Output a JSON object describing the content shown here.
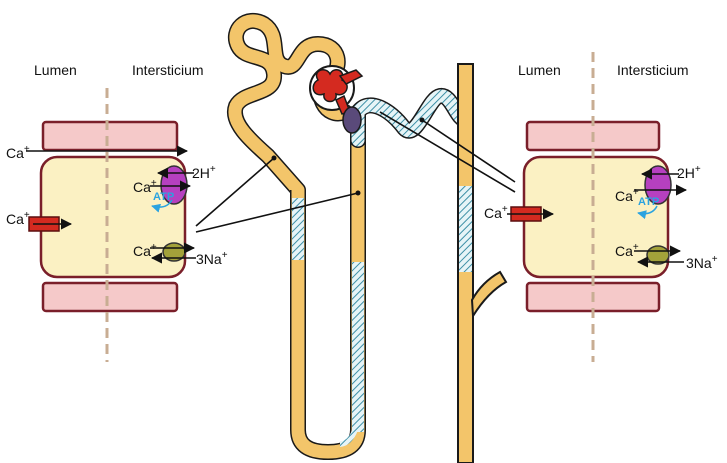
{
  "left_panel": {
    "header_lumen": "Lumen",
    "header_interstitium": "Intersticium",
    "ca_paracellular": "Ca",
    "ca_paracellular_charge": "+",
    "ca_channel": "Ca",
    "ca_channel_charge": "+",
    "pump_ca": "Ca",
    "pump_ca_charge": "+",
    "pump_counter": "2H",
    "pump_counter_charge": "+",
    "atp": "ATP",
    "exchanger_ca": "Ca",
    "exchanger_ca_charge": "+",
    "exchanger_counter": "3Na",
    "exchanger_counter_charge": "+"
  },
  "right_panel": {
    "header_lumen": "Lumen",
    "header_interstitium": "Intersticium",
    "ca_channel": "Ca",
    "ca_channel_charge": "+",
    "pump_ca": "Ca",
    "pump_ca_charge": "+",
    "pump_counter": "2H",
    "pump_counter_charge": "+",
    "atp": "ATP",
    "exchanger_ca": "Ca",
    "exchanger_ca_charge": "+",
    "exchanger_counter": "3Na",
    "exchanger_counter_charge": "+"
  },
  "colors": {
    "tubule": "#f3c56a",
    "tubule_outline": "#1a1a1a",
    "hatched_segment": "#9fd3e0",
    "cell_fill": "#fbf1c3",
    "cell_border": "#7a1f2a",
    "neighbor_cell": "#f5c9c9",
    "divider": "#c8ad93",
    "channel": "#d42a20",
    "pump": "#b640c0",
    "exchanger": "#a3a23a",
    "glomerulus": "#d42a20",
    "atp_arrow": "#2aa3e0"
  }
}
